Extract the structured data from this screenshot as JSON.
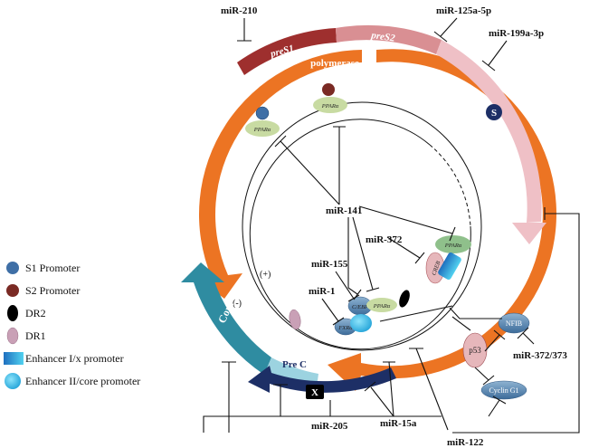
{
  "genes": {
    "preS1": "preS1",
    "preS2": "preS2",
    "polymerase": "polymerase",
    "S": "S",
    "core": "Core",
    "prec": "Pre C",
    "x": "X"
  },
  "strands": {
    "plus": "(+)",
    "minus": "(-)"
  },
  "factors": {
    "ppar1": "PPARα",
    "ppar2": "PPARα",
    "ppar3": "PPARα",
    "ppar4": "PPARα",
    "creb": "CREB",
    "cebp": "C/EBP",
    "fxra": "FXRα",
    "nfib": "NFIB",
    "p53": "p53",
    "cyclin": "Cyclin G1"
  },
  "mirnas": {
    "mir210": "miR-210",
    "mir125": "miR-125a-5p",
    "mir199": "miR-199a-3p",
    "mir141": "miR-141",
    "mir372": "miR-372",
    "mir155": "miR-155",
    "mir1": "miR-1",
    "mir372_373": "miR-372/373",
    "mir205": "miR-205",
    "mir15a": "miR-15a",
    "mir122": "miR-122"
  },
  "legend": [
    {
      "label": "S1 Promoter",
      "color": "#3f6fa6"
    },
    {
      "label": "S2 Promoter",
      "color": "#7a2a24"
    },
    {
      "label": "DR2",
      "color": "#000000"
    },
    {
      "label": "DR1",
      "color": "#c9a0b6"
    },
    {
      "label": "Enhancer I/x promoter",
      "color": "#2aa7d6"
    },
    {
      "label": "Enhancer II/core promoter",
      "color": "#38b8e8"
    }
  ],
  "colors": {
    "polymerase": "#ec7423",
    "preS1": "#9e2f2e",
    "preS2": "#d98f93",
    "S": "#efc0c6",
    "core": "#2f8ca1",
    "prec": "#9cd3e0",
    "x": "#1d2f66",
    "ppar": "#c8dba2"
  }
}
